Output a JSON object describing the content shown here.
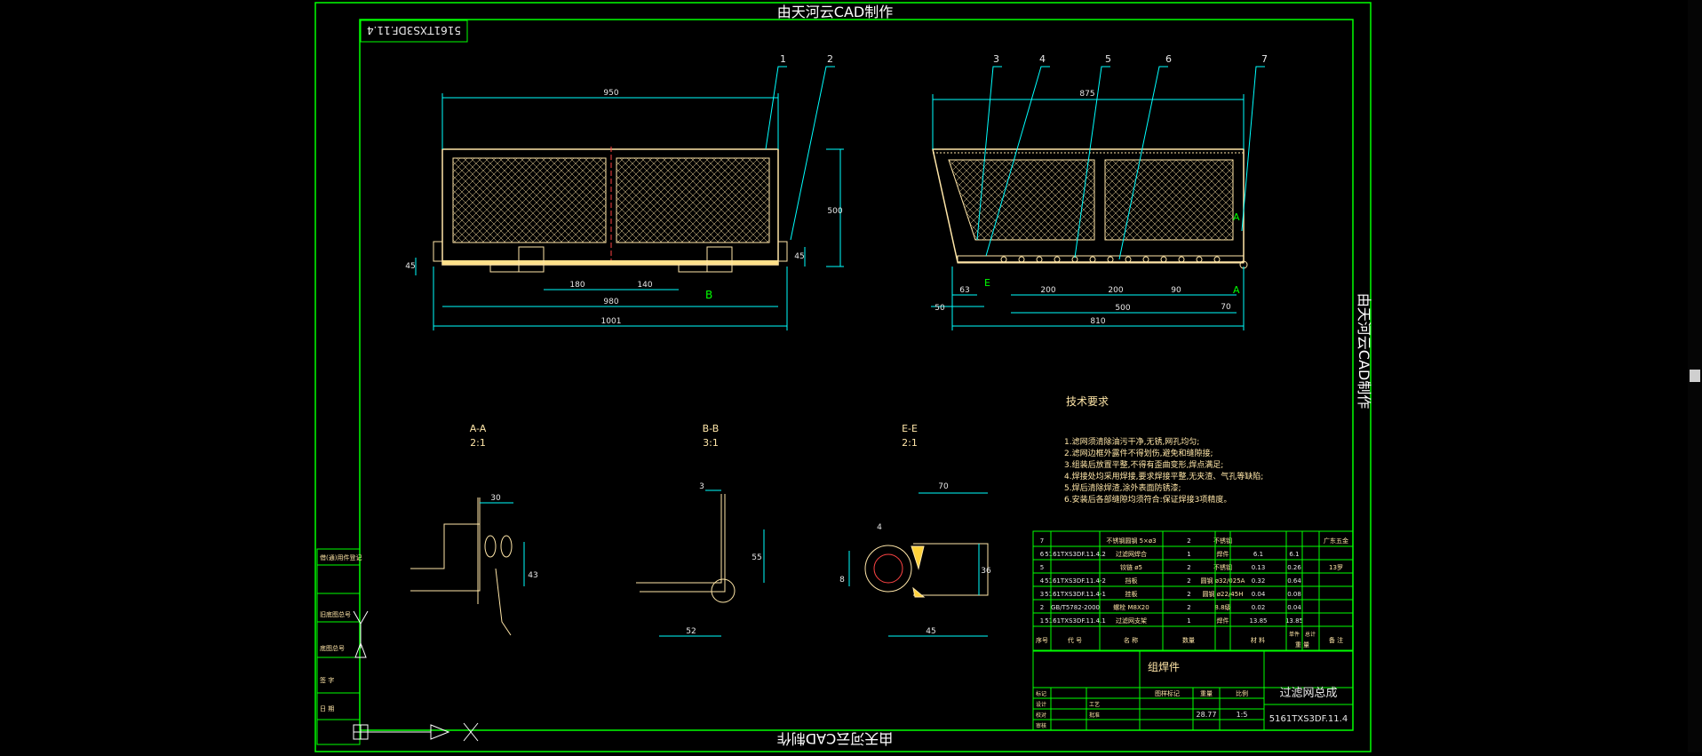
{
  "drawing": {
    "watermark": "由天河云CAD制作",
    "drawing_no": "5161TXS3DF.11.4",
    "tech_title": "技术要求",
    "tech_notes": [
      "1.滤网须清除油污干净,无锈,网孔均匀;",
      "2.滤网边框外露件不得划伤,避免和缝隙接;",
      "3.组装后放置平整,不得有歪曲变形,焊点满足;",
      "4.焊接处均采用焊接,要求焊接平整,无夹渣、气孔等缺陷;",
      "5.焊后清除焊渣,涂外表面防锈漆;",
      "6.安装后各部缝隙均须符合:保证焊接3项精度。"
    ],
    "section_labels": {
      "aa": "A-A",
      "aa_scale": "2:1",
      "bb": "B-B",
      "bb_scale": "3:1",
      "ee": "E-E",
      "ee_scale": "2:1"
    },
    "view_labels": {
      "a": "A",
      "b": "B",
      "e": "E"
    },
    "balloons": [
      "1",
      "2",
      "3",
      "4",
      "5",
      "6",
      "7"
    ],
    "dims": {
      "front_top": "950",
      "front_h1": "500",
      "front_h2": "45",
      "front_side": "45",
      "front_bot1": "180",
      "front_bot2": "140",
      "front_bot3": "980",
      "front_bot4": "1001",
      "side_top": "875",
      "side_l1": "63",
      "side_b1": "200",
      "side_b2": "200",
      "side_b3": "90",
      "side_b4": "70",
      "side_w": "500",
      "side_total": "810",
      "side_left": "50",
      "aa_w": "30",
      "aa_h": "43",
      "bb_w": "3",
      "bb_h": "55",
      "bb_b": "52",
      "ee_w": "70",
      "ee_h": "36",
      "ee_b": "45",
      "ee_s": "8",
      "ee_w2": "4"
    }
  },
  "left_panel_labels": [
    "借(通)用件登记",
    "旧底图总号",
    "底图总号",
    "签  字",
    "日  期"
  ],
  "bom": {
    "rows": [
      {
        "seq": "7",
        "code": "",
        "name": "不锈钢圆钢 5×ø3",
        "qty": "2",
        "mat": "不锈钢",
        "unit": "",
        "total": "",
        "note": "广东五金"
      },
      {
        "seq": "6",
        "code": "5161TXS3DF.11.4.2",
        "name": "过滤网焊合",
        "qty": "1",
        "mat": "焊件",
        "unit": "6.1",
        "total": "6.1",
        "note": ""
      },
      {
        "seq": "5",
        "code": "",
        "name": "铰链 ø5",
        "qty": "2",
        "mat": "不锈钢",
        "unit": "0.13",
        "total": "0.26",
        "note": "13罗"
      },
      {
        "seq": "4",
        "code": "5161TXS3DF.11.4-2",
        "name": "挡板",
        "qty": "2",
        "mat": "圆钢 ø32/025A",
        "unit": "0.32",
        "total": "0.64",
        "note": ""
      },
      {
        "seq": "3",
        "code": "5161TXS3DF.11.4-1",
        "name": "挂板",
        "qty": "2",
        "mat": "圆钢 ø22/45H",
        "unit": "0.04",
        "total": "0.08",
        "note": ""
      },
      {
        "seq": "2",
        "code": "GB/T5782-2000",
        "name": "螺栓 M8X20",
        "qty": "2",
        "mat": "8.8级",
        "unit": "0.02",
        "total": "0.04",
        "note": ""
      },
      {
        "seq": "1",
        "code": "5161TXS3DF.11.4.1",
        "name": "过滤网支架",
        "qty": "1",
        "mat": "焊件",
        "unit": "13.85",
        "total": "13.85",
        "note": ""
      }
    ],
    "header": {
      "seq": "序号",
      "code": "代 号",
      "name": "名 称",
      "qty": "数量",
      "mat": "材 料",
      "unit": "单件",
      "total": "总计",
      "weight": "重 量",
      "note": "备 注"
    },
    "weld_label": "组焊件",
    "title": "过滤网总成",
    "drawing_no": "5161TXS3DF.11.4",
    "weight": "28.77",
    "scale": "1:5",
    "stage_label": "图样标记",
    "weight_label": "重量",
    "scale_label": "比例",
    "small_rows": [
      "标记",
      "设计",
      "校对",
      "审核",
      "工艺",
      "批准"
    ]
  }
}
